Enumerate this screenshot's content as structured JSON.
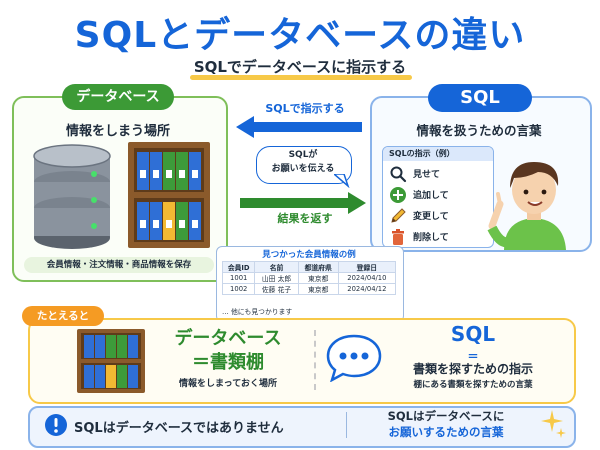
{
  "title": "SQLとデータベースの違い",
  "subtitle": "SQLでデータベースに指示する",
  "database": {
    "tag": "データベース",
    "caption": "情報をしまう場所",
    "footer": "会員情報・注文情報・商品情報を保存"
  },
  "sql": {
    "tag": "SQL",
    "caption": "情報を扱うための言葉",
    "instructions_title": "SQLの指示（例）",
    "instructions": [
      {
        "label": "見せて",
        "icon": "magnifier-icon"
      },
      {
        "label": "追加して",
        "icon": "plus-icon"
      },
      {
        "label": "変更して",
        "icon": "pencil-icon"
      },
      {
        "label": "削除して",
        "icon": "trash-icon"
      }
    ]
  },
  "arrows": {
    "request_label": "SQLで指示する",
    "bubble_line1": "SQLが",
    "bubble_line2": "お願いを伝える",
    "result_label": "結果を返す"
  },
  "result": {
    "title": "見つかった会員情報の例",
    "headers": [
      "会員ID",
      "名前",
      "都道府県",
      "登録日"
    ],
    "rows": [
      [
        "1001",
        "山田 太郎",
        "東京都",
        "2024/04/10"
      ],
      [
        "1002",
        "佐藤 花子",
        "東京都",
        "2024/04/12"
      ]
    ],
    "more": "… 他にも見つかります"
  },
  "analogy": {
    "tag": "たとえると",
    "db_title": "データベース",
    "db_eq": "＝書類棚",
    "db_desc": "情報をしまっておく場所",
    "sql_title": "SQL",
    "sql_eq": "＝",
    "sql_main": "書類を探すための指示",
    "sql_desc": "棚にある書類を探すための言葉"
  },
  "conclusion": {
    "left": "SQLはデータベースではありません",
    "right_line1": "SQLはデータベースに",
    "right_line2": "お願いするための言葉"
  },
  "colors": {
    "blue": "#1565d8",
    "green": "#3c9a36",
    "orange": "#f59b23",
    "yellow": "#f7c948"
  }
}
